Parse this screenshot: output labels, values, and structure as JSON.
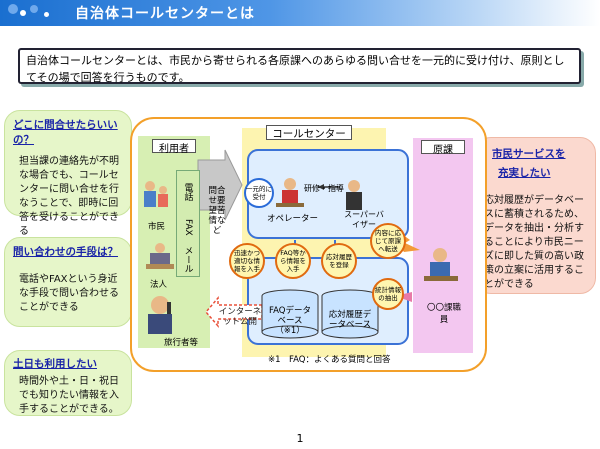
{
  "title": "自治体コールセンターとは",
  "intro": "自治体コールセンターとは、市民から寄せられる各原課へのあらゆる問い合せを一元的に受け付け、原則としてその場で回答を行うものです。",
  "left_boxes": [
    {
      "title": "どこに問合せたらいいの？",
      "text": "担当課の連絡先が不明な場合でも、コールセンターに問い合せを行なうことで、即時に回答を受けることができる"
    },
    {
      "title": "問い合わせの手段は？",
      "text": "電話やFAXという身近な手段で問い合わせることができる"
    },
    {
      "title": "土日も利用したい",
      "text": "時間外や土・日・祝日でも知りたい情報を入手することができる。"
    }
  ],
  "right_box": {
    "title_line1": "市民サービスを",
    "title_line2": "充実したい",
    "text": "応対履歴がデータベースに蓄積されるため、データを抽出・分析することにより市民ニーズに即した質の高い政策の立案に活用することができる"
  },
  "diagram": {
    "user_label": "利用者",
    "center_label": "コールセンター",
    "kaka_label": "原課",
    "citizen": "市民",
    "corporation": "法人",
    "traveler": "旅行者等",
    "phone_items": [
      "電話",
      "FAX",
      "メール"
    ],
    "inquiry": "問合せ要望苦情など",
    "unified": "一元的に受付",
    "operator": "オペレーター",
    "training": "研修・指導",
    "supervisor": "スーパーバイザー",
    "internet": "インターネット公開",
    "circles": [
      "迅速かつ適切な情報を入手",
      "FAQ等から情報を入手",
      "応対履歴を登録",
      "内容に応じて原課へ転送",
      "統計情報の抽出"
    ],
    "db_faq": "FAQデータベース（※1）",
    "db_history": "応対履歴データベース",
    "kaka_name": "〇〇課職員",
    "footnote": "※1　FAQ：よくある質問と回答"
  },
  "page_number": "1"
}
